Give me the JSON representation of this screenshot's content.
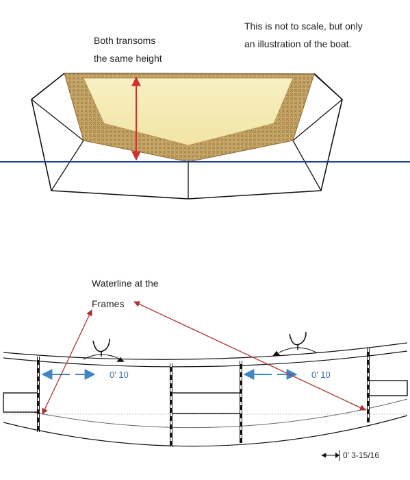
{
  "annotations": {
    "transom_note_line1": "Both transoms",
    "transom_note_line2": "the same height",
    "scale_note_line1": "This is not to scale, but only",
    "scale_note_line2": "an illustration of the boat.",
    "waterline_note_line1": "Waterline at the",
    "waterline_note_line2": "Frames"
  },
  "dimensions": {
    "frame_spacing_left": "0' 10",
    "frame_spacing_right": "0' 10",
    "offset_label": "0' 3-15/16"
  },
  "colors": {
    "waterline": "#1f3f9a",
    "height_arrow": "#d0312d",
    "pointer_arrows": "#b03030",
    "dimension_arrows": "#3f86c8",
    "transom_panel": "#f6edb6",
    "transom_frame": "#c2a264"
  }
}
